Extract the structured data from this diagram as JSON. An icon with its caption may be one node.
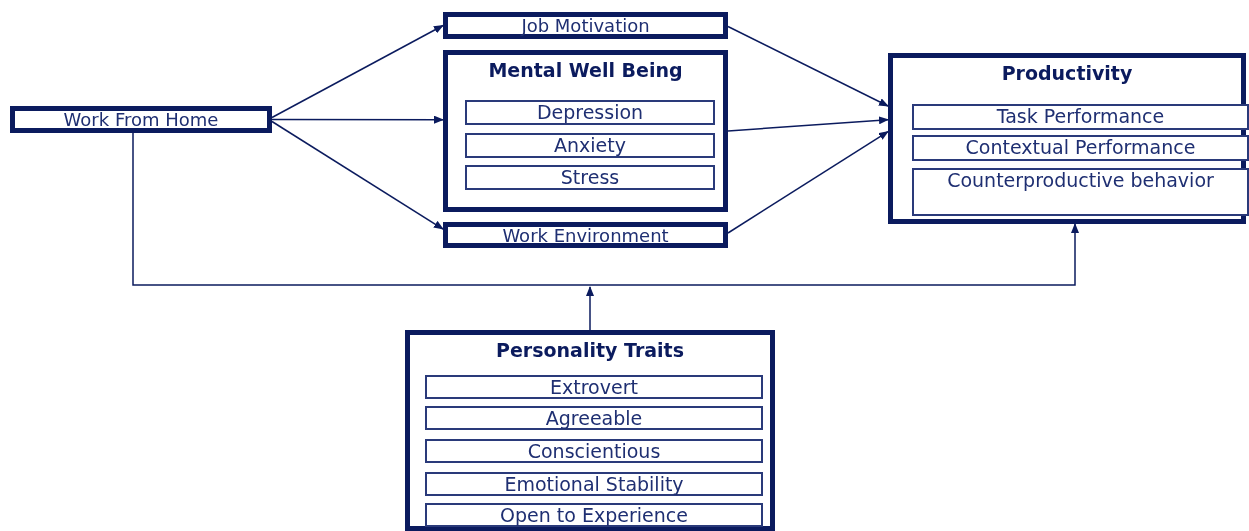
{
  "diagram": {
    "nodes": [
      {
        "text": [
          "Work From Home"
        ]
      },
      {
        "text": [
          "Job Motivation"
        ]
      },
      {
        "text": [
          "Mental Well Being"
        ]
      },
      {
        "text": [
          "Depression"
        ],
        "in": 2
      },
      {
        "text": [
          "Anxiety"
        ],
        "in": 2
      },
      {
        "text": [
          "Stress"
        ],
        "in": 2
      },
      {
        "text": [
          "Work Environment"
        ]
      },
      {
        "text": [
          "Productivity"
        ]
      },
      {
        "text": [
          "Task Performance"
        ],
        "in": 7
      },
      {
        "text": [
          "Contextual Performance"
        ],
        "in": 7
      },
      {
        "text": [
          "Counterproductive behavior"
        ],
        "in": 7
      },
      {
        "text": [
          "Personality Traits"
        ]
      },
      {
        "text": [
          "Extrovert"
        ],
        "in": 11
      },
      {
        "text": [
          "Agreeable"
        ],
        "in": 11
      },
      {
        "text": [
          "Conscientious"
        ],
        "in": 11
      },
      {
        "text": [
          "Emotional Stability"
        ],
        "in": 11
      },
      {
        "text": [
          "Open to Experience"
        ],
        "in": 11
      }
    ],
    "edges": [
      {
        "from": 0,
        "to": 1,
        "arrow": "to"
      },
      {
        "from": 0,
        "to": 2,
        "arrow": "to"
      },
      {
        "from": 0,
        "to": 6,
        "arrow": "to"
      },
      {
        "from": 1,
        "to": 7,
        "arrow": "to"
      },
      {
        "from": 2,
        "to": 7,
        "arrow": "to"
      },
      {
        "from": 6,
        "to": 7,
        "arrow": "to"
      },
      {
        "from": 0,
        "to": 7,
        "arrow": "to"
      },
      {
        "from": 11,
        "to": null,
        "arrow": "to"
      }
    ]
  }
}
